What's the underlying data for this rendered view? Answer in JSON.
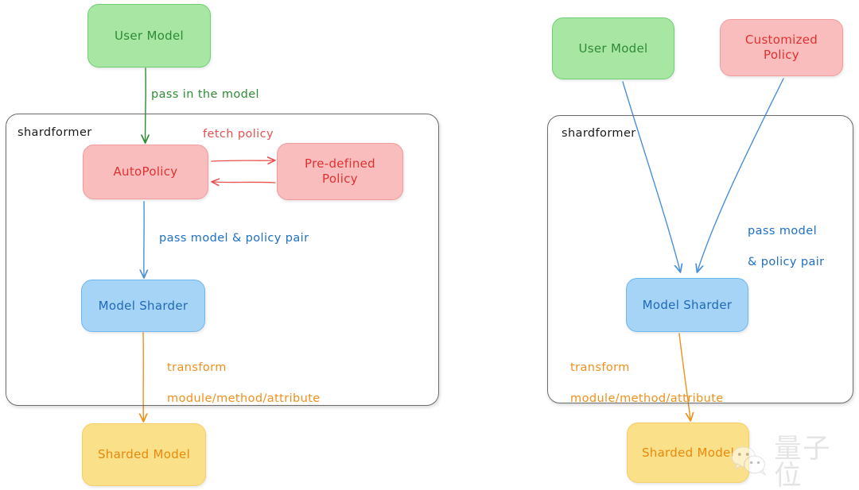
{
  "diagram": {
    "title": "shardformer workflow comparison",
    "colors": {
      "green_fill": "#a8e6a3",
      "green_text": "#2e8b35",
      "red_fill": "#f9bdbd",
      "red_text": "#e03131",
      "blue_fill": "#a5d4f7",
      "blue_text": "#2069b8",
      "yellow_fill": "#fbe08a",
      "yellow_text": "#e8890c",
      "container_stroke": "#6b6b6b",
      "arrow_green": "#2e8b35",
      "arrow_red": "#e8504f",
      "arrow_blue": "#4a90d9",
      "arrow_orange": "#f0901c"
    }
  },
  "left_panel": {
    "user_model": "User Model",
    "pass_in_the_model": "pass in the model",
    "container_label": "shardformer",
    "auto_policy": "AutoPolicy",
    "fetch_policy": "fetch policy",
    "pre_defined_policy": "Pre-defined\nPolicy",
    "pass_model_policy_pair": "pass model & policy pair",
    "model_sharder": "Model Sharder",
    "transform_line1": "transform",
    "transform_line2": "module/method/attribute",
    "sharded_model": "Sharded Model"
  },
  "right_panel": {
    "user_model": "User Model",
    "customized_policy": "Customized\nPolicy",
    "container_label": "shardformer",
    "pass_model_line1": "pass model",
    "pass_model_line2": "& policy pair",
    "model_sharder": "Model Sharder",
    "transform_line1": "transform",
    "transform_line2": "module/method/attribute",
    "sharded_model": "Sharded Model"
  },
  "watermark": {
    "text": "量子位"
  }
}
